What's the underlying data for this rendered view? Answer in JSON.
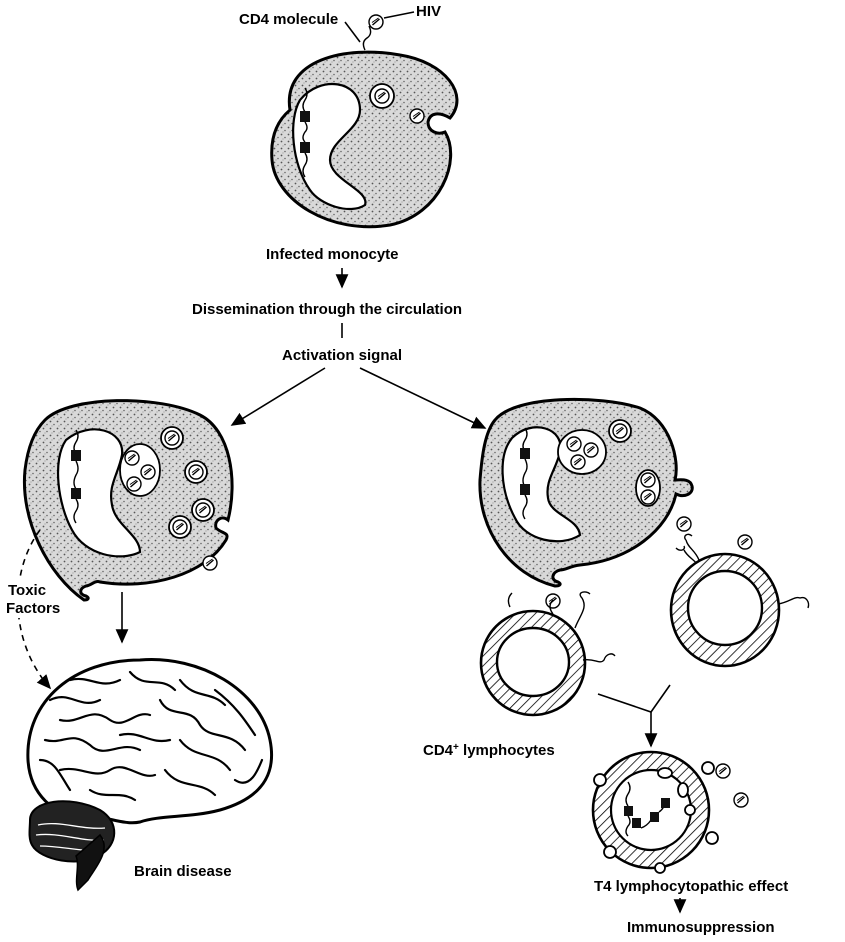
{
  "labels": {
    "cd4_molecule": "CD4 molecule",
    "hiv": "HIV",
    "infected_monocyte": "Infected monocyte",
    "dissemination": "Dissemination through the circulation",
    "activation_signal": "Activation signal",
    "toxic": "Toxic",
    "factors": "Factors",
    "brain_disease": "Brain disease",
    "cd4_lymphocytes_prefix": "CD4",
    "cd4_lymphocytes_sup": "+",
    "cd4_lymphocytes_suffix": " lymphocytes",
    "t4_effect": "T4 lymphocytopathic effect",
    "immunosuppression": "Immunosuppression"
  },
  "colors": {
    "ink": "#000000",
    "background": "#ffffff",
    "stipple": "#9a9a9a"
  },
  "icons": [
    "hiv-virion-icon",
    "cd4-receptor-icon",
    "provirus-gene-icon",
    "brain-icon"
  ]
}
